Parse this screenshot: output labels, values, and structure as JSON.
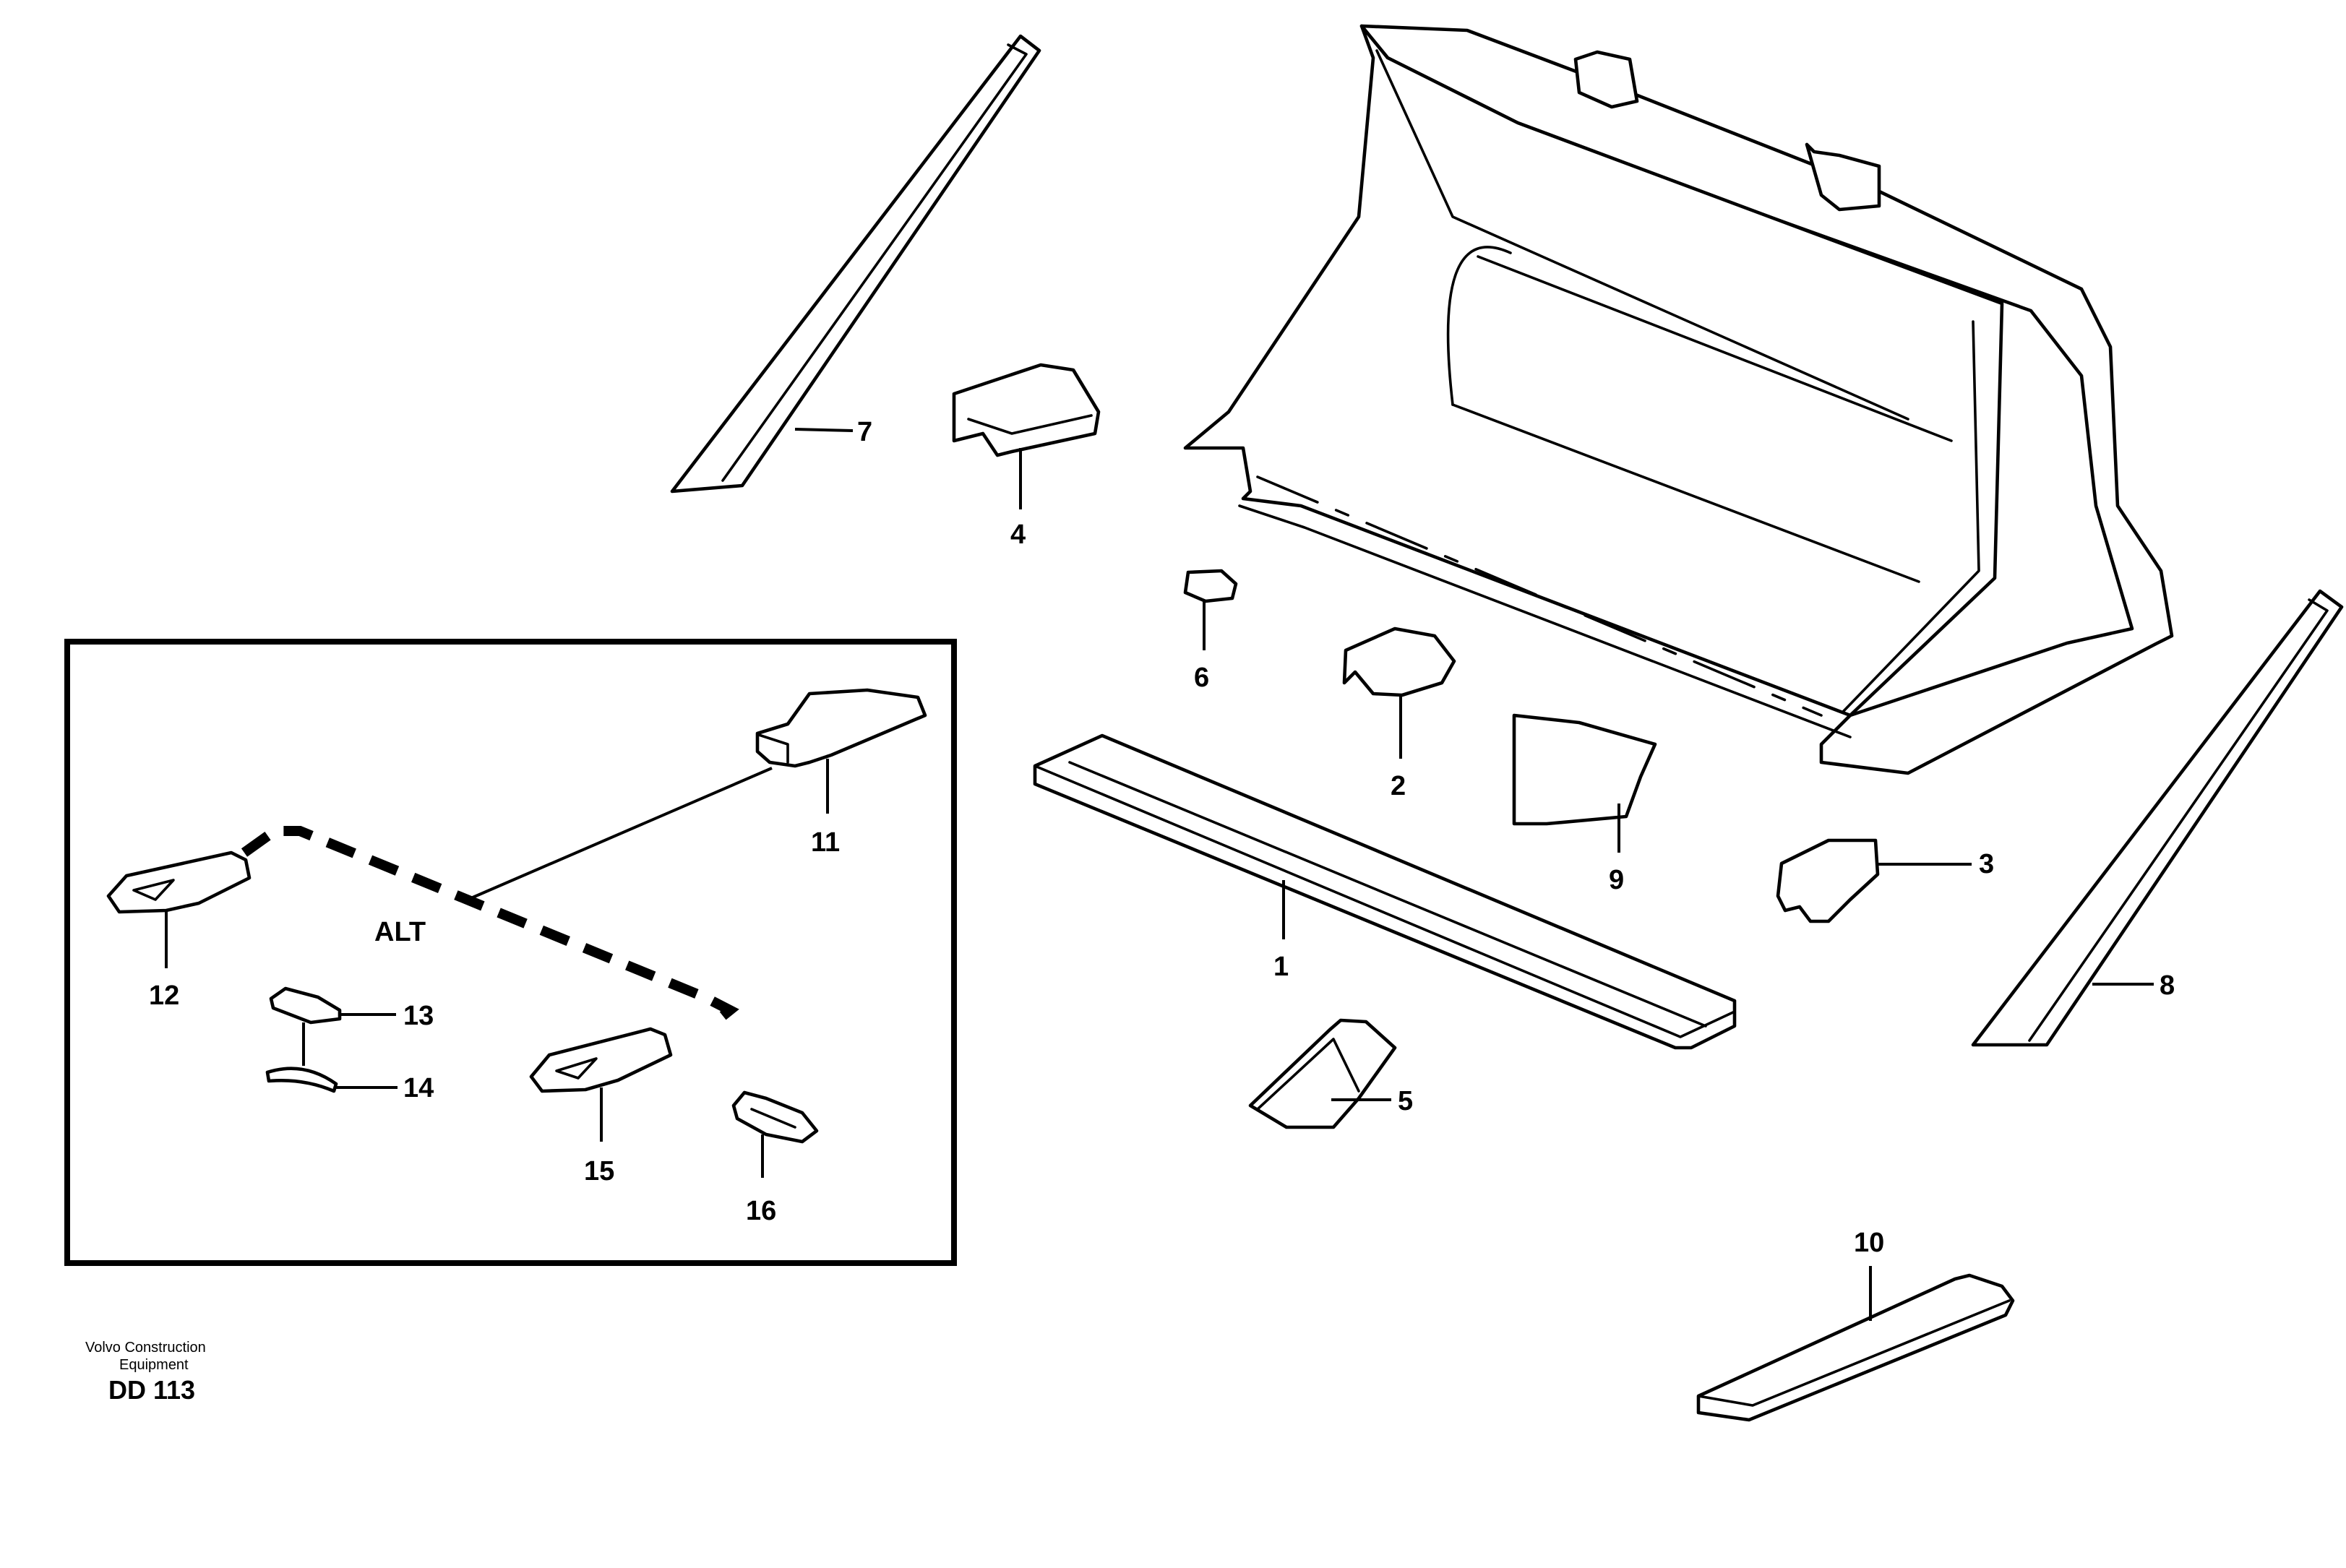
{
  "callouts": {
    "c1": "1",
    "c2": "2",
    "c3": "3",
    "c4": "4",
    "c5": "5",
    "c6": "6",
    "c7": "7",
    "c8": "8",
    "c9": "9",
    "c10": "10",
    "c11": "11",
    "c12": "12",
    "c13": "13",
    "c14": "14",
    "c15": "15",
    "c16": "16"
  },
  "inset": {
    "label": "ALT"
  },
  "footer": {
    "manufacturer_line1": "Volvo Construction",
    "manufacturer_line2": "Equipment",
    "drawing_code": "DD 113"
  },
  "colors": {
    "line": "#000000",
    "background": "#ffffff"
  }
}
